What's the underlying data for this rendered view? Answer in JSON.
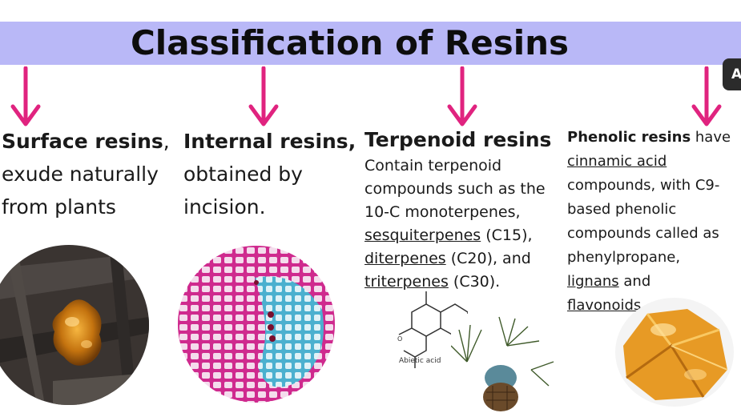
{
  "title": "Classification of Resins",
  "badge": "A",
  "surface": {
    "heading": "Surface resins",
    "comma": ",",
    "line1": "exude naturally",
    "line2": "from plants"
  },
  "internal": {
    "heading": "Internal resins,",
    "line1": "obtained by",
    "line2": "incision."
  },
  "terpenoid": {
    "heading": "Terpenoid resins",
    "l1": "Contain terpenoid",
    "l2": "compounds such as the",
    "l3": "10-C monoterpenes,",
    "l4a": "sesquiterpenes",
    "l4b": " (C15),",
    "l5a": "diterpenes",
    "l5b": " (C20), and",
    "l6a": "triterpenes",
    "l6b": " (C30).",
    "molecule_label": "Abietic acid"
  },
  "phenolic": {
    "heading": "Phenolic resins",
    "have": " have",
    "l2": "cinnamic acid",
    "l3": "compounds, with C9-",
    "l4": "based phenolic",
    "l5": "compounds called as",
    "l6": "phenylpropane,",
    "l7a": "lignans",
    "l7b": " and",
    "l8a": "flavonoids",
    "l8b": "."
  },
  "colors": {
    "banner": "#b9b8f7",
    "arrow": "#e0237f",
    "badge": "#2b2b2b"
  },
  "icons": [
    "arrow-down-icon",
    "arrow-down-icon",
    "arrow-down-icon",
    "arrow-down-icon"
  ]
}
